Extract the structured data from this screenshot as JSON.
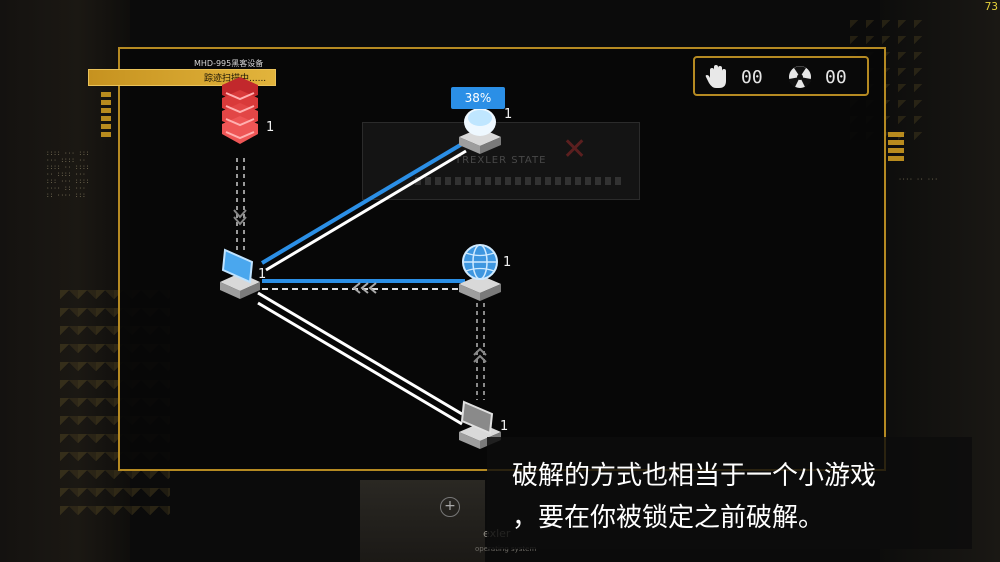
{
  "hud": {
    "corner_value": "73",
    "device_name": "MHD-995黑客设备",
    "device_status": "踪迹扫描中......",
    "stop_worm_count": "00",
    "nuke_count": "00"
  },
  "network": {
    "nodes": [
      {
        "name": "entry-node",
        "count": "1",
        "icon": "entry-stack-icon"
      },
      {
        "name": "registry-node-top",
        "count": "1",
        "icon": "registry-orb-icon",
        "capture_progress": "38%"
      },
      {
        "name": "hub-node",
        "count": "1",
        "icon": "computer-terminal-icon"
      },
      {
        "name": "globe-node",
        "count": "1",
        "icon": "globe-icon"
      },
      {
        "name": "terminal-node-bottom",
        "count": "1",
        "icon": "computer-terminal-icon"
      }
    ]
  },
  "background": {
    "ghost_title": "TREXLER STATE",
    "bottom_brand": "exler",
    "bottom_caption": "operating system"
  },
  "subtitle": {
    "line1": "破解的方式也相当于一个小游戏",
    "line2": "，要在你被锁定之前破解。"
  },
  "colors": {
    "frame": "#b58a22",
    "captured_link": "#2b8fe6",
    "entry_node": "#d93a3a"
  }
}
